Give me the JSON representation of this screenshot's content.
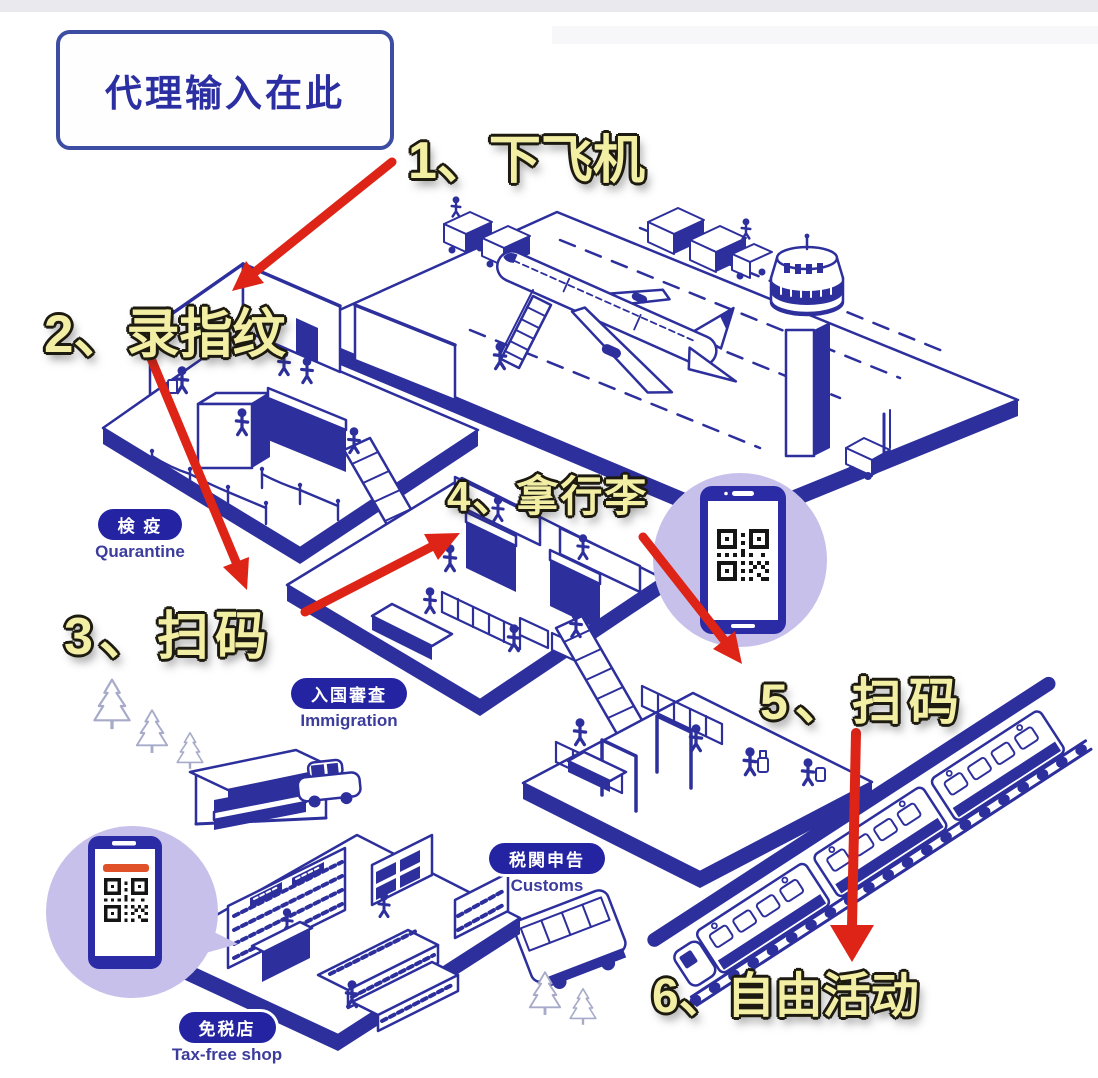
{
  "colors": {
    "ink": "#2c2f9c",
    "arrow_red": "#de2417",
    "step_fill": "#f2efa5",
    "step_outline": "#1d1a10",
    "badge_bg": "#2424a3",
    "badge_text": "#ffffff",
    "badge_sub": "#3c3c9d",
    "bubble_lavender": "#c6c0ea",
    "phone_blue": "#2b2ba6",
    "qr_black": "#151515",
    "accent_orange": "#e0512a"
  },
  "agent_box": {
    "label": "代理输入在此"
  },
  "steps": [
    {
      "label": "1、下飞机"
    },
    {
      "label": "2、录指纹"
    },
    {
      "label": "3、扫码"
    },
    {
      "label": "4、拿行李"
    },
    {
      "label": "5、扫码"
    },
    {
      "label": "6、自由活动"
    }
  ],
  "areas": [
    {
      "jp": "検 疫",
      "en": "Quarantine"
    },
    {
      "jp": "入国審査",
      "en": "Immigration"
    },
    {
      "jp": "税関申告",
      "en": "Customs"
    },
    {
      "jp": "免税店",
      "en": "Tax-free shop"
    }
  ],
  "icons": {
    "airplane": "airplane-icon",
    "control_tower": "control-tower-icon",
    "baggage_carts": "baggage-cart-icon",
    "forklift": "forklift-icon",
    "escalator": "escalator-icon",
    "qr_phone": "phone-with-qr-code-icon",
    "train": "train-icon",
    "bus": "bus-icon",
    "car": "car-icon",
    "kiosk": "kiosk-icon",
    "tree": "tree-icon",
    "red_arrow": "red-arrow-icon"
  }
}
